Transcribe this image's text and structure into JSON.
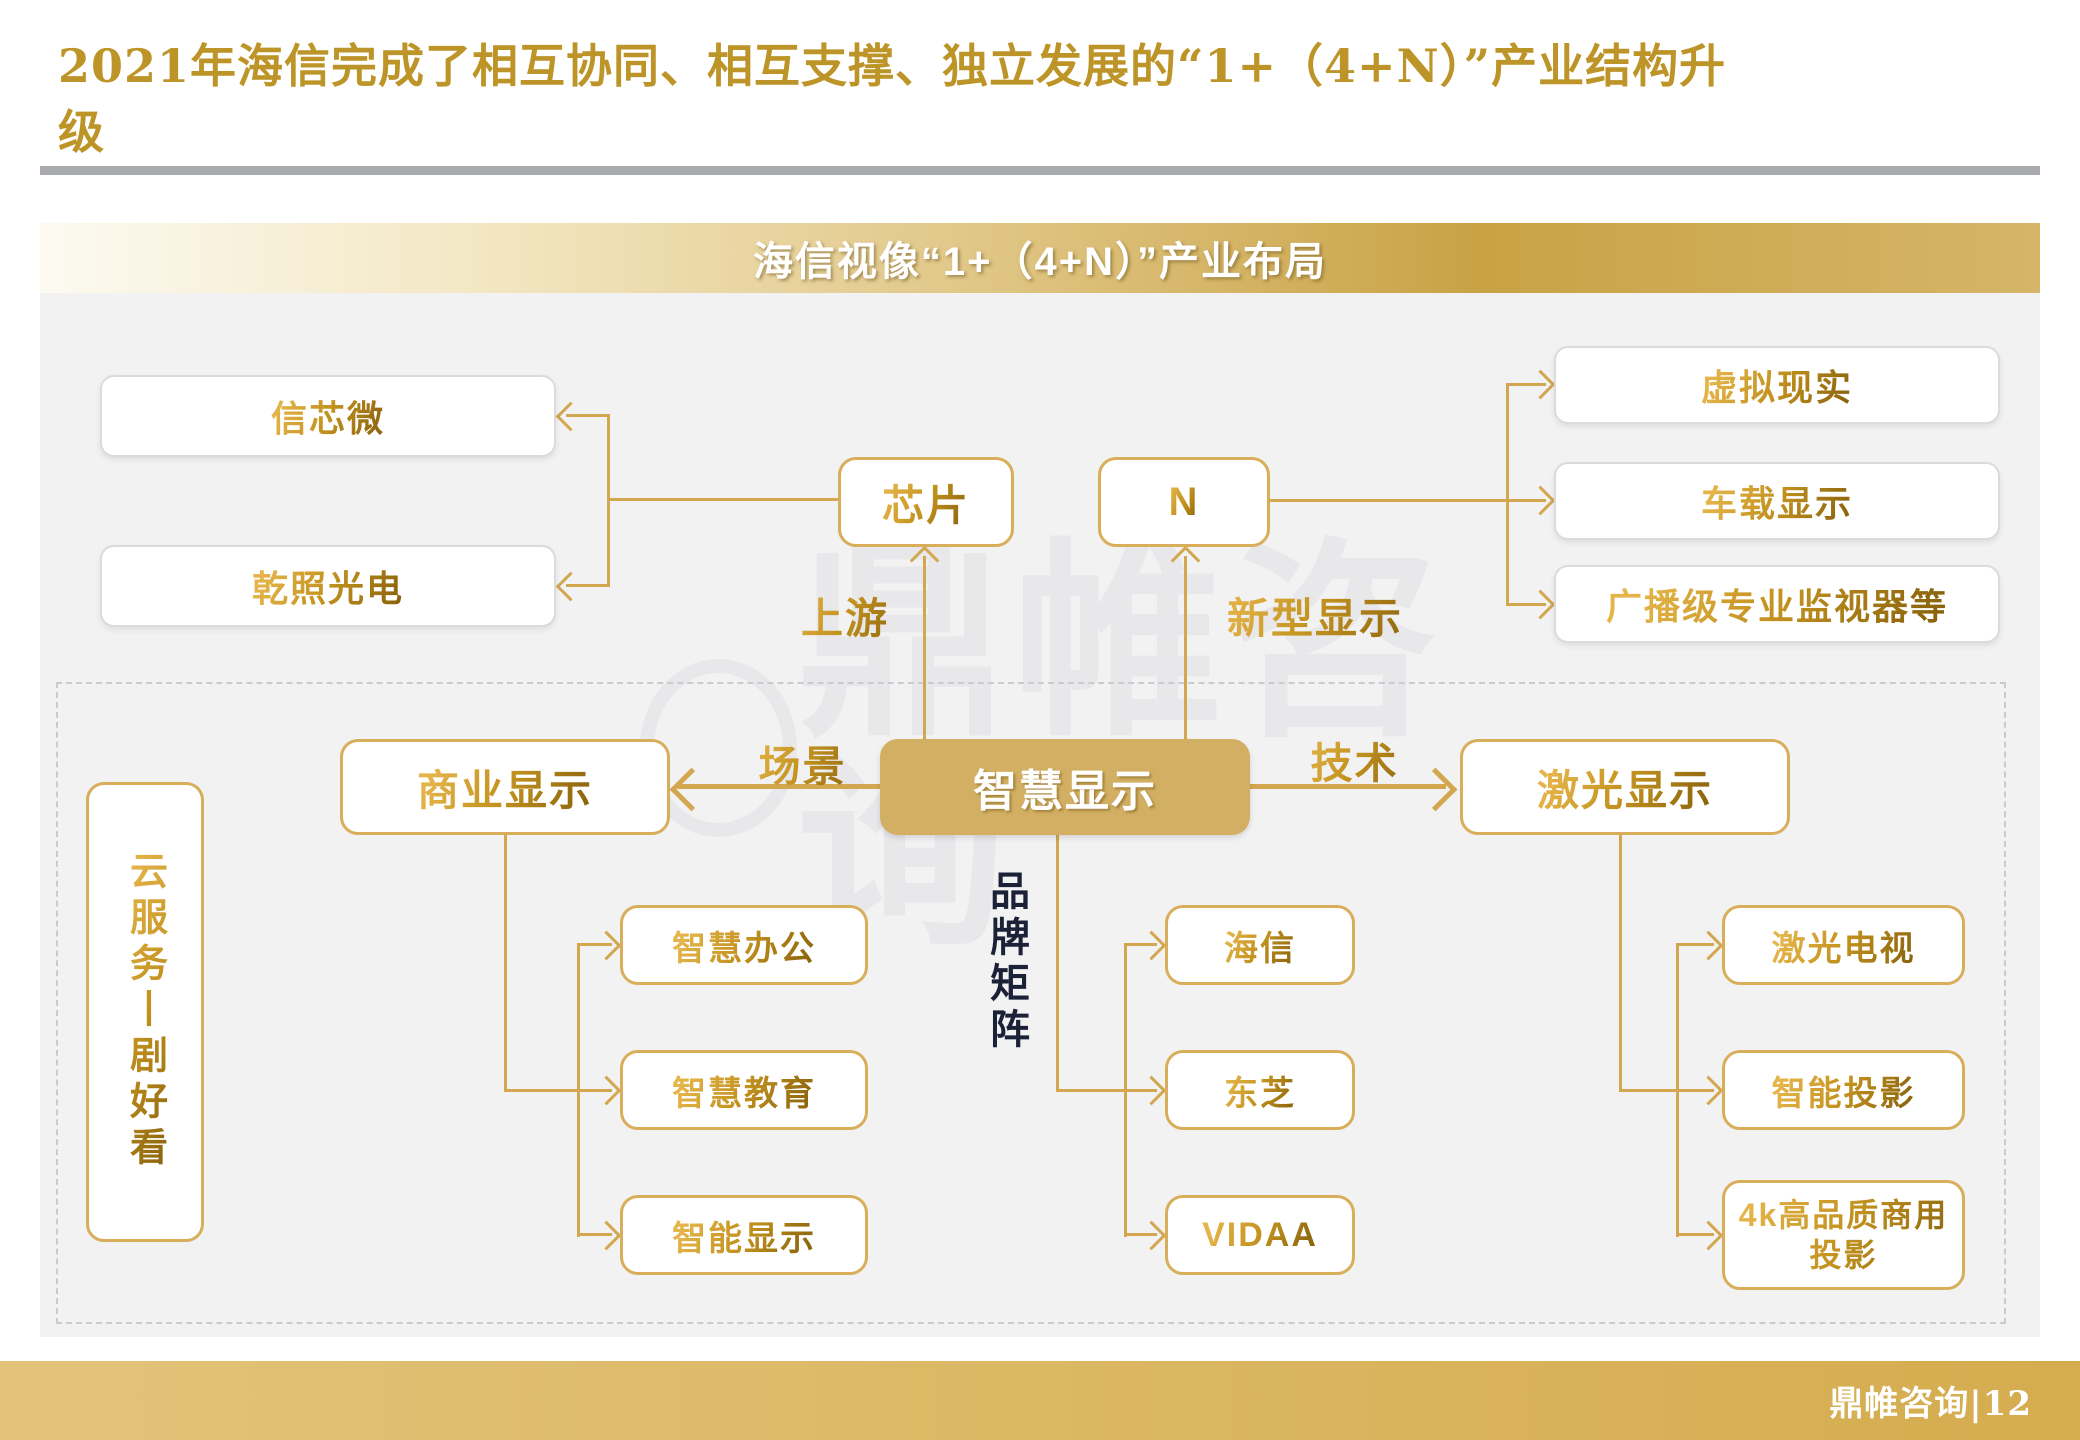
{
  "title": "2021年海信完成了相互协同、相互支撑、独立发展的“1+（4+N）”产业结构升级",
  "banner": "海信视像“1+（4+N）”产业布局",
  "footer": "鼎帷咨询|12",
  "watermark": "鼎帷咨询",
  "labels": {
    "upstream": "上游",
    "new_display": "新型显示",
    "scene": "场景",
    "tech": "技术",
    "brand_matrix": "品牌矩阵"
  },
  "nodes": {
    "chip": "芯片",
    "n": "N",
    "hub": "智慧显示",
    "commercial": "商业显示",
    "laser": "激光显示",
    "cloud_service": "云服务丨剧好看",
    "suppliers": [
      "信芯微",
      "乾照光电"
    ],
    "n_items": [
      "虚拟现实",
      "车载显示",
      "广播级专业监视器等"
    ],
    "commercial_items": [
      "智慧办公",
      "智慧教育",
      "智能显示"
    ],
    "brand_items": [
      "海信",
      "东芝",
      "VIDAA"
    ],
    "laser_items": [
      "激光电视",
      "智能投影",
      "4k高品质商用投影"
    ]
  },
  "colors": {
    "accent_gold": "#D2A74F",
    "banner_gold": "#C9A245",
    "text_gold_dark": "#8A630C",
    "title_gold": "#BD9427",
    "brand_navy": "#1B2137",
    "content_gray": "#F2F2F3",
    "rule_gray": "#A8AAAD"
  }
}
